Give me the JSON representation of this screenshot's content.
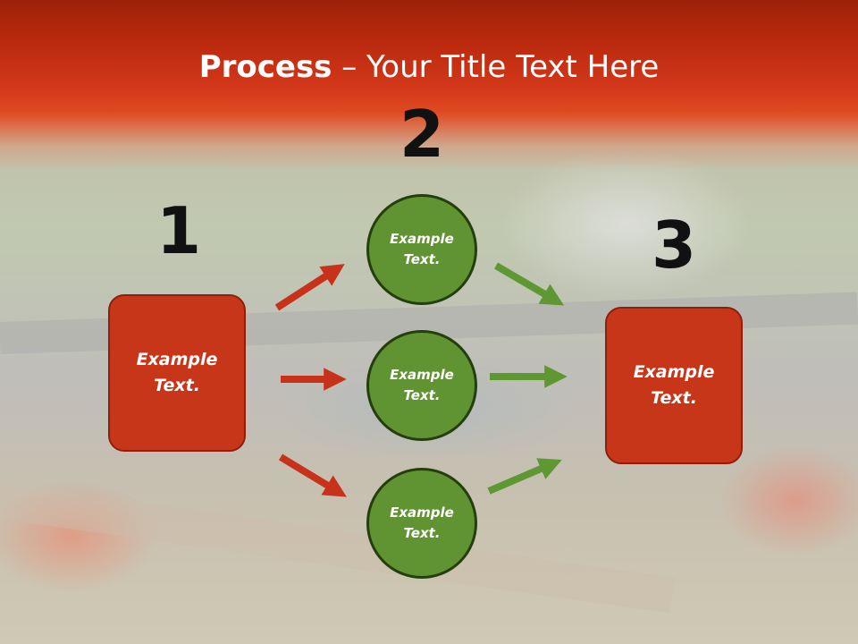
{
  "title": {
    "bold": "Process",
    "rest": " – Your Title Text Here"
  },
  "steps": {
    "one": "1",
    "two": "2",
    "three": "3"
  },
  "boxes": {
    "left": "Example Text.",
    "right": "Example Text."
  },
  "circles": {
    "top": "Example Text.",
    "middle": "Example Text.",
    "bottom": "Example Text."
  },
  "colors": {
    "title_band": "#c8301a",
    "box_fill": "#c83619",
    "circle_fill": "#609332",
    "arrow_red": "#c8321a",
    "arrow_green": "#5f9732",
    "step_number": "#111111"
  }
}
